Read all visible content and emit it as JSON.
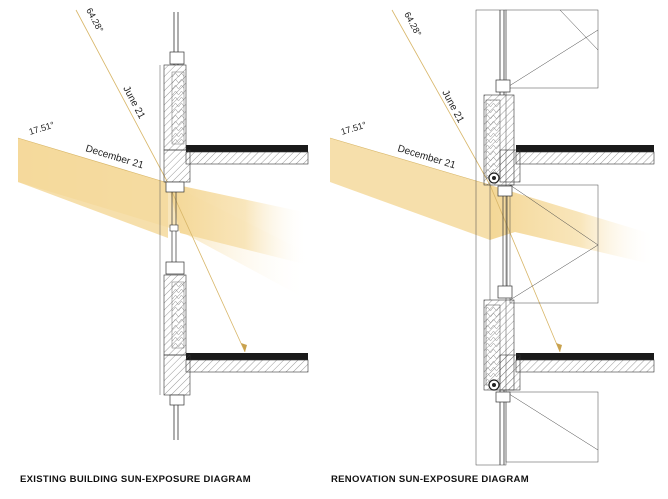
{
  "panels": [
    {
      "caption": "EXISTING BUILDING SUN-EXPOSURE DIAGRAM",
      "summer_angle": "64.28°",
      "summer_label": "June 21",
      "winter_angle": "17.51°",
      "winter_label": "December 21"
    },
    {
      "caption": "RENOVATION SUN-EXPOSURE DIAGRAM",
      "summer_angle": "64.28°",
      "summer_label": "June 21",
      "winter_angle": "17.51°",
      "winter_label": "December 21"
    }
  ],
  "colors": {
    "sun_light": "#f6d99a",
    "sun_fade": "#ffffff",
    "sun_ray": "#d9b45c",
    "structure": "#333333",
    "slab": "#1a1a1a"
  }
}
